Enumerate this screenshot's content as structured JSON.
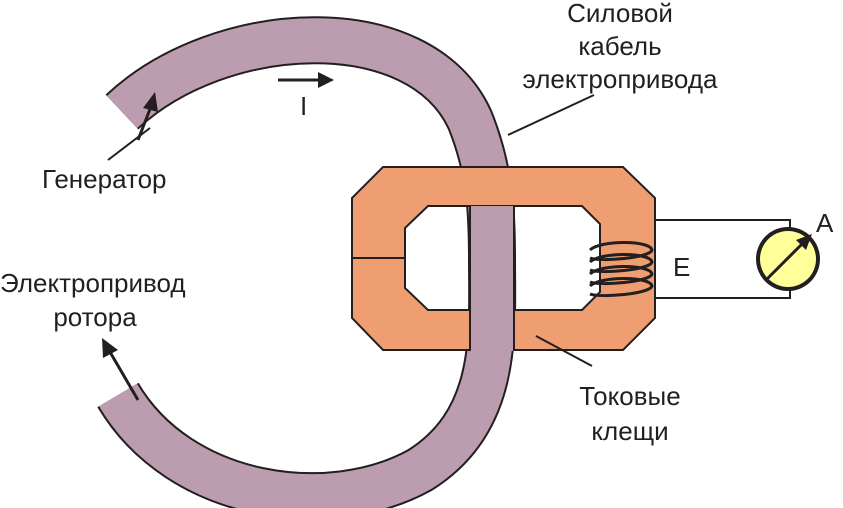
{
  "labels": {
    "cable_line1": "Силовой",
    "cable_line2": "кабель",
    "cable_line3": "электропривода",
    "generator": "Генератор",
    "rotor_line1": "Электропривод",
    "rotor_line2": "ротора",
    "clamp_line1": "Токовые",
    "clamp_line2": "клещи",
    "current": "I",
    "emf": "E",
    "ammeter": "A"
  },
  "colors": {
    "cable": "#bc9caf",
    "clamp": "#ef9e72",
    "coil": "#231f20",
    "meter_face": "#ffff99",
    "outline": "#231f20"
  },
  "icons": {
    "ammeter": "ammeter-icon",
    "current_direction": "arrow-right-icon"
  }
}
